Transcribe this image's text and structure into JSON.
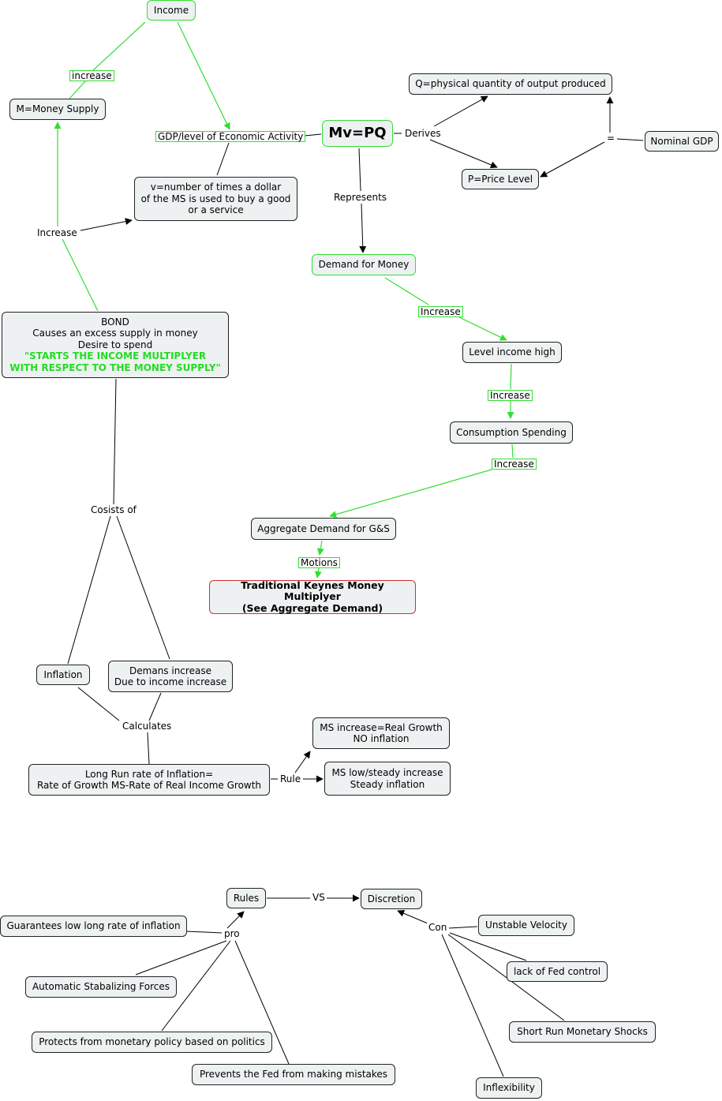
{
  "nodes": {
    "income": "Income",
    "money_supply": "M=Money Supply",
    "gdp_level": "GDP/level of Economic Activity",
    "mvpq": "Mv=PQ",
    "q_output": "Q=physical quantity of output produced",
    "nominal_gdp": "Nominal GDP",
    "price_level": "P=Price Level",
    "velocity": [
      "v=number of times a dollar",
      "of the MS is used to buy a good",
      "or a service"
    ],
    "demand_money": "Demand for Money",
    "bond": [
      "BOND",
      "Causes an excess supply in money",
      "Desire to spend"
    ],
    "bond_highlight": [
      "\"STARTS THE INCOME MULTIPLYER",
      "WITH RESPECT TO THE MONEY SUPPLY\""
    ],
    "level_income": "Level income high",
    "consumption": "Consumption Spending",
    "aggregate_demand": "Aggregate Demand for G&S",
    "keynes": [
      "Traditional Keynes Money Multiplyer",
      "(See Aggregate Demand)"
    ],
    "inflation": "Inflation",
    "demans_increase": [
      "Demans increase",
      "Due to income increase"
    ],
    "long_run": [
      "Long Run rate of Inflation=",
      "Rate of Growth MS-Rate of Real Income Growth"
    ],
    "ms_real_growth": [
      "MS increase=Real Growth",
      "NO inflation"
    ],
    "ms_low": [
      "MS low/steady increase",
      "Steady inflation"
    ],
    "rules": "Rules",
    "discretion": "Discretion",
    "guarantees": "Guarantees low long rate of inflation",
    "automatic": "Automatic Stabalizing Forces",
    "protects": "Protects from monetary policy based on politics",
    "prevents": "Prevents the Fed from making mistakes",
    "unstable_velocity": "Unstable Velocity",
    "lack_fed": "lack of Fed control",
    "short_run": "Short Run Monetary Shocks",
    "inflexibility": "Inflexibility"
  },
  "labels": {
    "increase_lower": "increase",
    "increase": "Increase",
    "derives": "Derives",
    "equals": "=",
    "represents": "Represents",
    "increase_a": "Increase",
    "increase_b": "Increase",
    "increase_c": "Increase",
    "motions": "Motions",
    "cosists_of": "Cosists of",
    "calculates": "Calculates",
    "rule": "Rule",
    "vs": "VS",
    "pro": "pro",
    "con": "Con"
  },
  "colors": {
    "green": "#33dd33",
    "black": "#000000",
    "red": "#d03030"
  }
}
